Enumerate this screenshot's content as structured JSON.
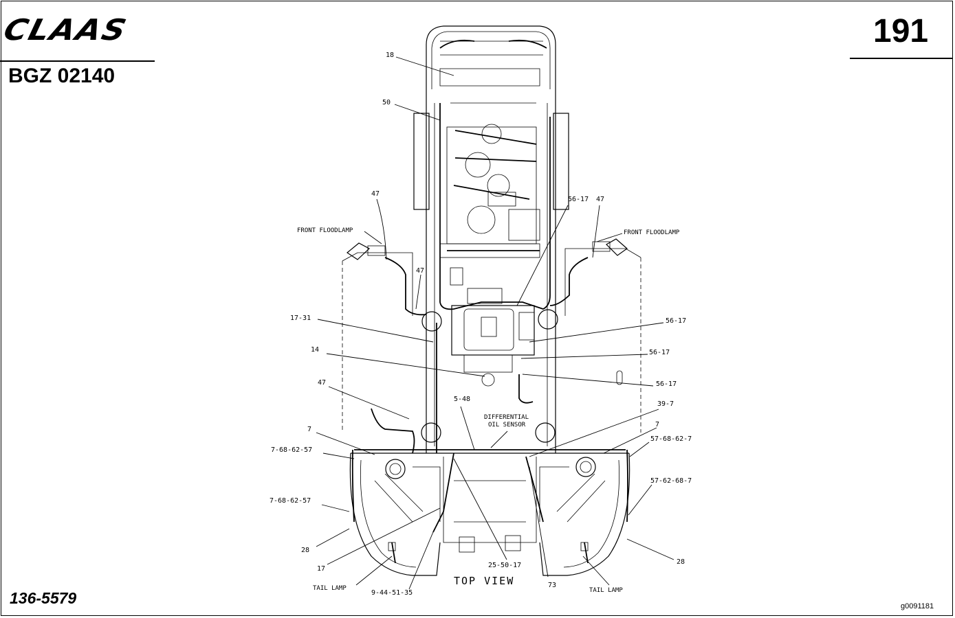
{
  "header": {
    "brand": "CLAAS",
    "doc_code": "BGZ 02140",
    "page_number": "191"
  },
  "footer": {
    "part_number": "136-5579",
    "image_code": "g0091181"
  },
  "diagram": {
    "view_title": "TOP VIEW",
    "callouts": [
      "18",
      "50",
      "47",
      "FRONT FLOODLAMP",
      "47",
      "17-31",
      "14",
      "47",
      "7",
      "7-68-62-57",
      "7-68-62-57",
      "28",
      "17",
      "TAIL LAMP",
      "9-44-51-35",
      "25-50-17",
      "73",
      "TAIL LAMP",
      "28",
      "57-62-68-7",
      "57-68-62-7",
      "7",
      "39-7",
      "5-48",
      "DIFFERENTIAL",
      "OIL SENSOR",
      "56-17",
      "56-17",
      "56-17",
      "56-17",
      "47",
      "FRONT FLOODLAMP"
    ]
  }
}
